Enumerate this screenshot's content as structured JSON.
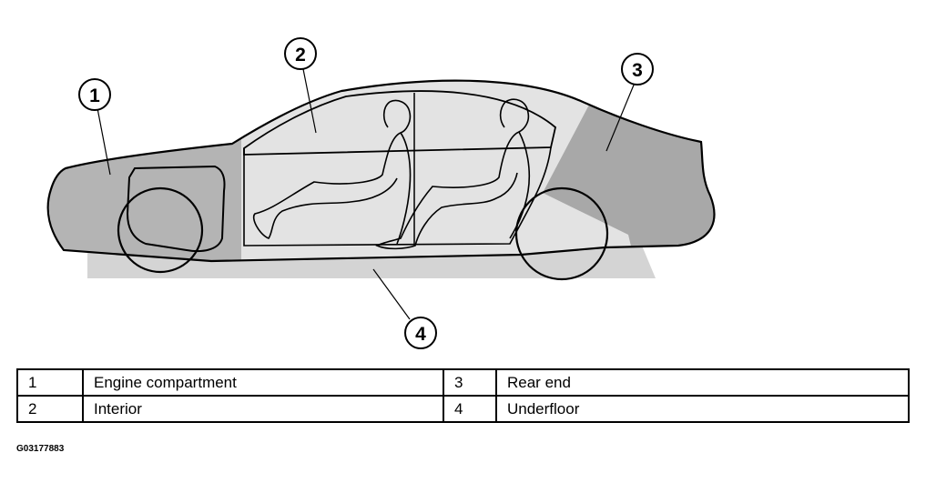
{
  "figure_id": "G03177883",
  "callouts": [
    {
      "number": "1",
      "label": "Engine compartment"
    },
    {
      "number": "2",
      "label": "Interior"
    },
    {
      "number": "3",
      "label": "Rear end"
    },
    {
      "number": "4",
      "label": "Underfloor"
    }
  ],
  "colors": {
    "engine_zone": "#b4b4b4",
    "interior_zone": "#e3e3e3",
    "rear_zone": "#a8a8a8",
    "underfloor_zone": "#d4d4d4",
    "outline": "#000000"
  }
}
